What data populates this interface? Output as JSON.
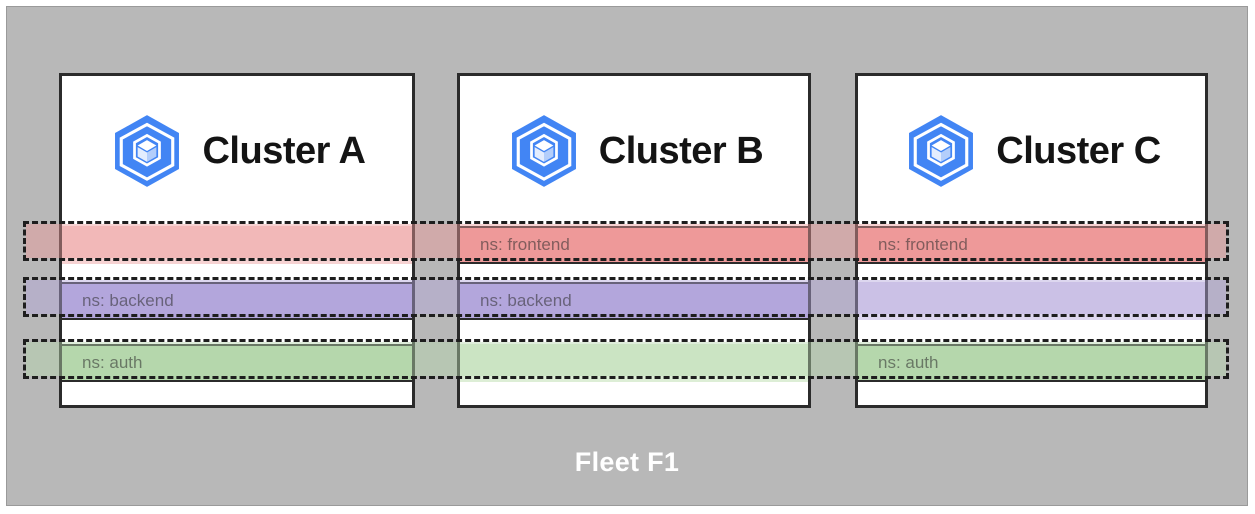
{
  "diagram": {
    "title": "Fleet F1",
    "fleet_label": "Fleet F1",
    "background_color": "#b8b8b8",
    "fleet_label_color": "#ffffff"
  },
  "namespace_colors": {
    "frontend": "#ee9a9a",
    "backend": "#b3a6dc",
    "auth": "#b5d8ac",
    "frontend_faded": "#f6d2d2",
    "backend_faded": "#ded7ef",
    "auth_faded": "#ddeed6"
  },
  "namespace_scopes": [
    {
      "id": "frontend",
      "label": "ns: frontend",
      "color": "#ee9a9a"
    },
    {
      "id": "backend",
      "label": "ns: backend",
      "color": "#b3a6dc"
    },
    {
      "id": "auth",
      "label": "ns: auth",
      "color": "#b5d8ac"
    }
  ],
  "clusters": [
    {
      "name": "Cluster A",
      "icon": "gke-cluster-icon",
      "namespaces": [
        {
          "id": "frontend",
          "label": "",
          "present": false
        },
        {
          "id": "backend",
          "label": "ns: backend",
          "present": true
        },
        {
          "id": "auth",
          "label": "ns: auth",
          "present": true
        }
      ]
    },
    {
      "name": "Cluster B",
      "icon": "gke-cluster-icon",
      "namespaces": [
        {
          "id": "frontend",
          "label": "ns: frontend",
          "present": true
        },
        {
          "id": "backend",
          "label": "ns: backend",
          "present": true
        },
        {
          "id": "auth",
          "label": "",
          "present": false
        }
      ]
    },
    {
      "name": "Cluster C",
      "icon": "gke-cluster-icon",
      "namespaces": [
        {
          "id": "frontend",
          "label": "ns: frontend",
          "present": true
        },
        {
          "id": "backend",
          "label": "",
          "present": false
        },
        {
          "id": "auth",
          "label": "ns: auth",
          "present": true
        }
      ]
    }
  ]
}
